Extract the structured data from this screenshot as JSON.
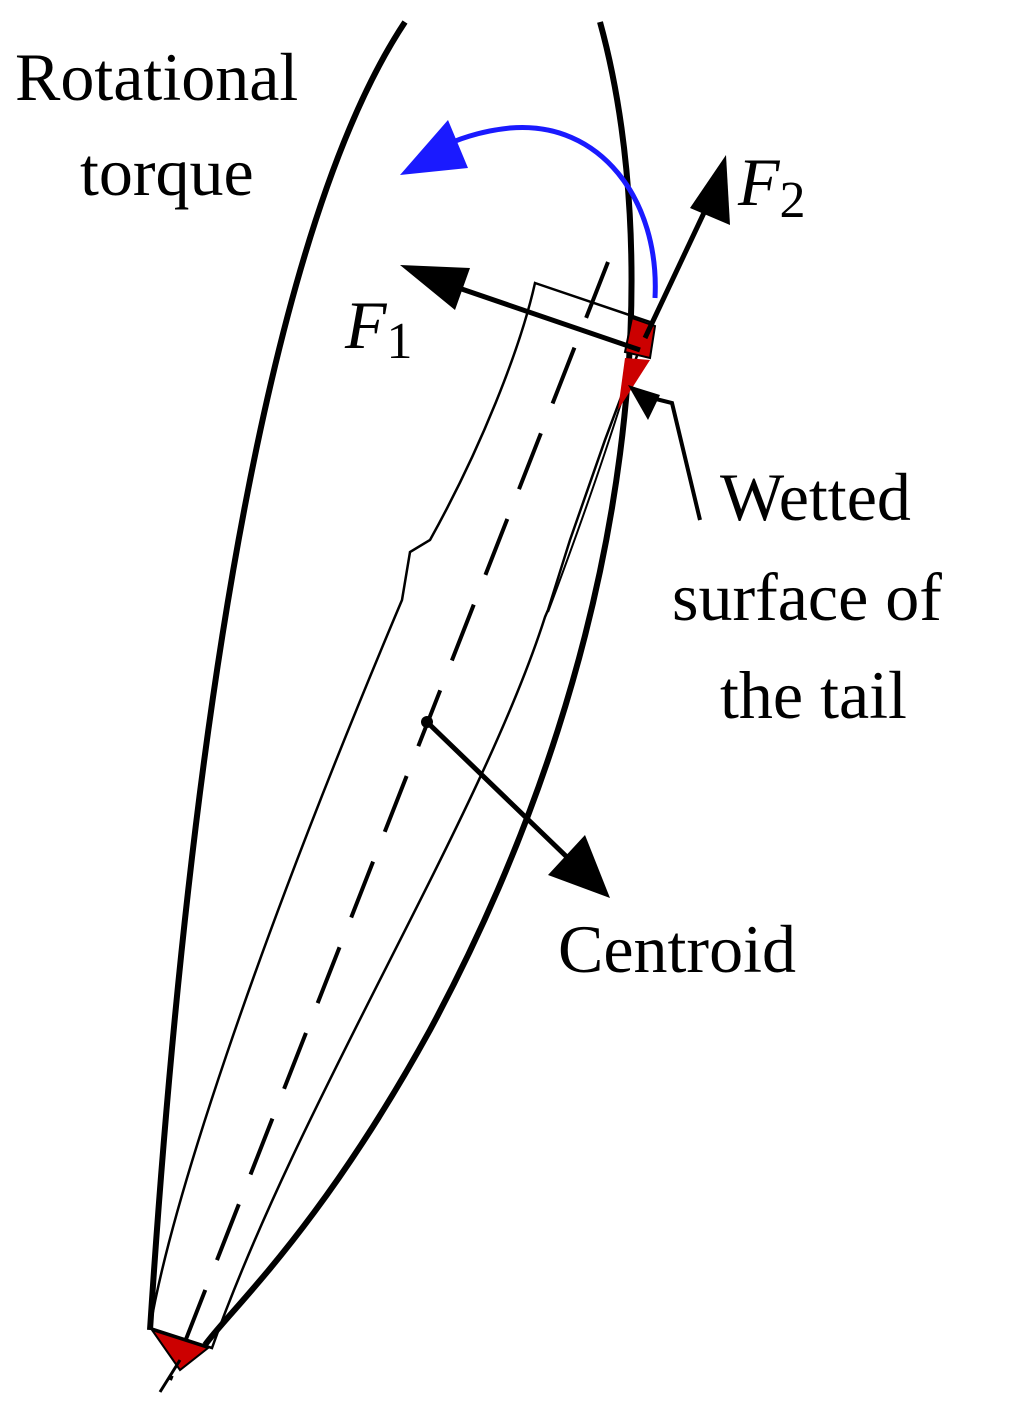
{
  "labels": {
    "rotational_torque_line1": "Rotational",
    "rotational_torque_line2": "torque",
    "f1_symbol": "F",
    "f1_subscript": "1",
    "f2_symbol": "F",
    "f2_subscript": "2",
    "wetted_line1": "Wetted",
    "wetted_line2": "surface of",
    "wetted_line3": "the tail",
    "centroid": "Centroid"
  },
  "colors": {
    "outline": "#000000",
    "torque_arrow": "#1a1aff",
    "wetted_fill": "#cc0000",
    "background": "#ffffff"
  }
}
